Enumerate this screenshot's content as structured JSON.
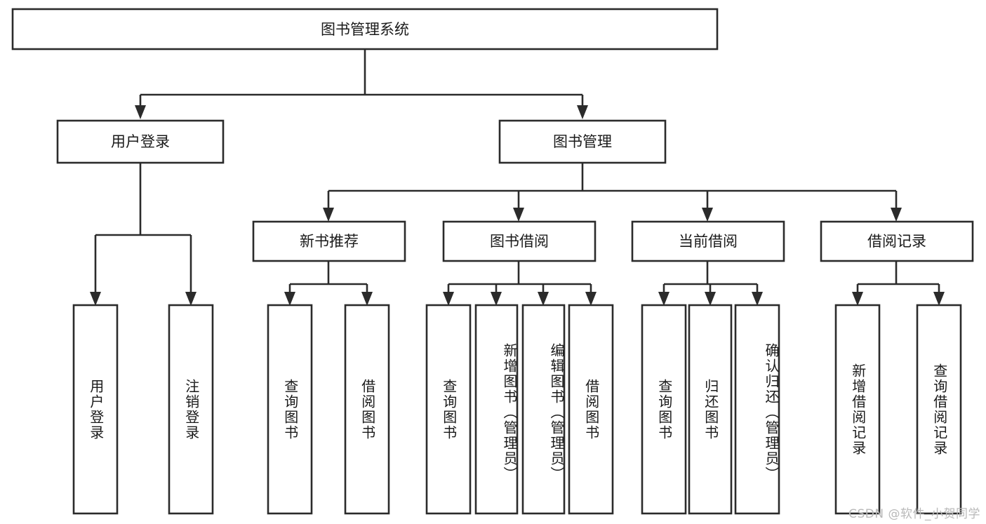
{
  "diagram": {
    "type": "tree",
    "title": "图书管理系统",
    "root": {
      "id": "root",
      "label": "图书管理系统",
      "orientation": "horizontal"
    },
    "level2": [
      {
        "id": "user-login",
        "label": "用户登录",
        "orientation": "horizontal"
      },
      {
        "id": "book-management",
        "label": "图书管理",
        "orientation": "horizontal"
      }
    ],
    "level3": [
      {
        "id": "new-book-recommend",
        "label": "新书推荐",
        "orientation": "horizontal"
      },
      {
        "id": "book-borrow",
        "label": "图书借阅",
        "orientation": "horizontal"
      },
      {
        "id": "current-borrow",
        "label": "当前借阅",
        "orientation": "horizontal"
      },
      {
        "id": "borrow-record",
        "label": "借阅记录",
        "orientation": "horizontal"
      }
    ],
    "leaves": {
      "user_login": [
        {
          "id": "leaf-user-login",
          "label": "用户登录",
          "orientation": "vertical"
        },
        {
          "id": "leaf-logout",
          "label": "注销登录",
          "orientation": "vertical"
        }
      ],
      "new_book_recommend": [
        {
          "id": "leaf-query-book-1",
          "label": "查询图书",
          "orientation": "vertical"
        },
        {
          "id": "leaf-borrow-book-1",
          "label": "借阅图书",
          "orientation": "vertical"
        }
      ],
      "book_borrow": [
        {
          "id": "leaf-query-book-2",
          "label": "查询图书",
          "orientation": "vertical"
        },
        {
          "id": "leaf-add-book",
          "label": "新增图书（管理员）",
          "orientation": "vertical"
        },
        {
          "id": "leaf-edit-book",
          "label": "编辑图书（管理员）",
          "orientation": "vertical"
        },
        {
          "id": "leaf-borrow-book-2",
          "label": "借阅图书",
          "orientation": "vertical"
        }
      ],
      "current_borrow": [
        {
          "id": "leaf-query-book-3",
          "label": "查询图书",
          "orientation": "vertical"
        },
        {
          "id": "leaf-return-book",
          "label": "归还图书",
          "orientation": "vertical"
        },
        {
          "id": "leaf-confirm-return",
          "label": "确认归还（管理员）",
          "orientation": "vertical"
        }
      ],
      "borrow_record": [
        {
          "id": "leaf-add-record",
          "label": "新增借阅记录",
          "orientation": "vertical"
        },
        {
          "id": "leaf-query-record",
          "label": "查询借阅记录",
          "orientation": "vertical"
        }
      ]
    },
    "colors": {
      "stroke": "#2b2b2b",
      "fill": "#ffffff",
      "text": "#1a1a1a",
      "watermark": "#b9b9b9",
      "background": "#ffffff"
    }
  },
  "watermark": {
    "text": "CSDN @软件_小贺同学"
  }
}
